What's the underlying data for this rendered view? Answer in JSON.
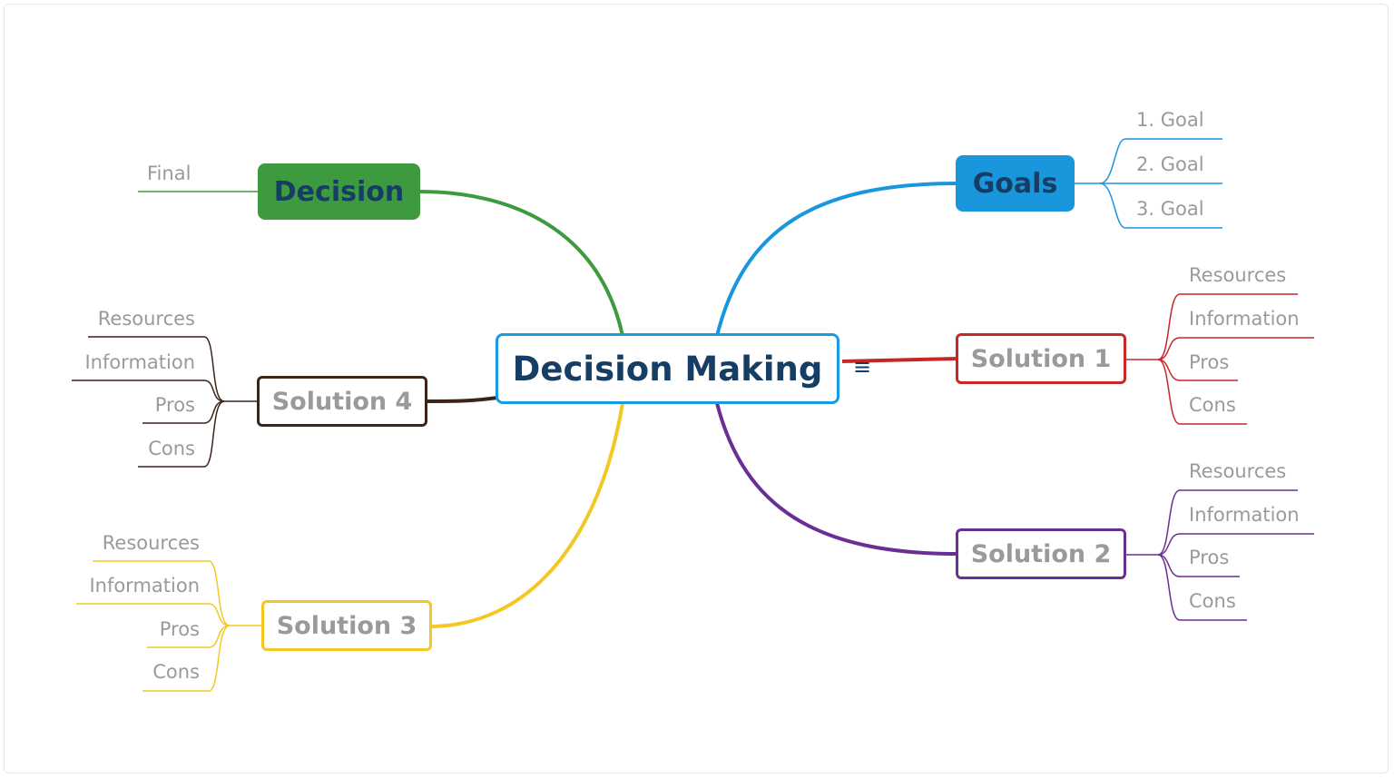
{
  "center": {
    "label": "Decision Making"
  },
  "branches": {
    "goals": {
      "label": "Goals",
      "color": "#1a96dd",
      "items": [
        "1. Goal",
        "2. Goal",
        "3. Goal"
      ]
    },
    "decision": {
      "label": "Decision",
      "color": "#3e9a3e",
      "items": [
        "Final"
      ]
    },
    "solution1": {
      "label": "Solution 1",
      "color": "#c62828",
      "items": [
        "Resources",
        "Information",
        "Pros",
        "Cons"
      ]
    },
    "solution2": {
      "label": "Solution 2",
      "color": "#6a2f94",
      "items": [
        "Resources",
        "Information",
        "Pros",
        "Cons"
      ]
    },
    "solution3": {
      "label": "Solution 3",
      "color": "#f2c924",
      "items": [
        "Resources",
        "Information",
        "Pros",
        "Cons"
      ]
    },
    "solution4": {
      "label": "Solution 4",
      "color": "#3b2418",
      "items": [
        "Resources",
        "Information",
        "Pros",
        "Cons"
      ]
    }
  },
  "icons": {
    "topic_menu": "menu-icon"
  }
}
